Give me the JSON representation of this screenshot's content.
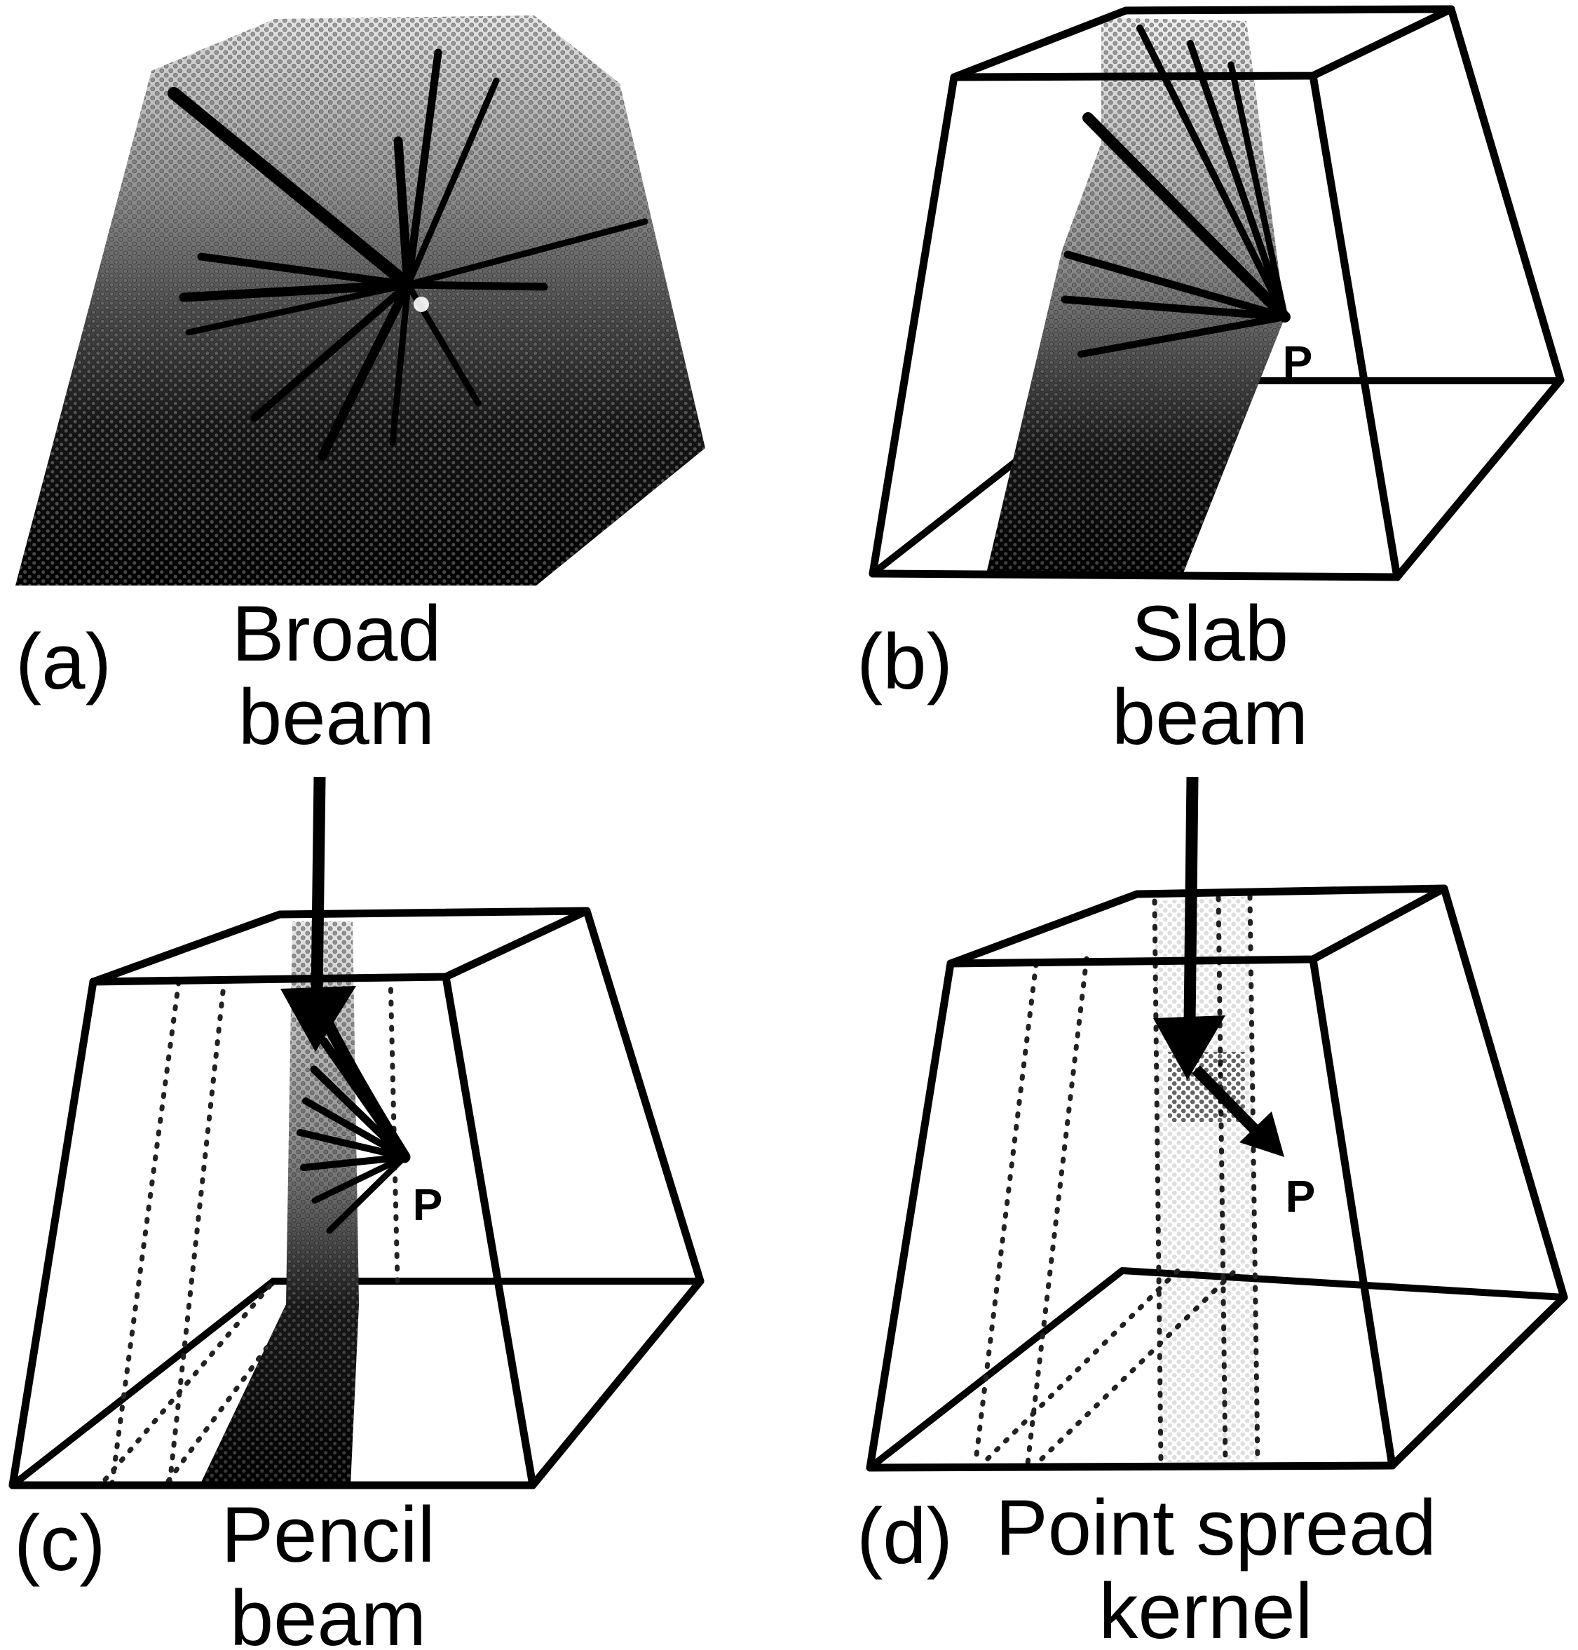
{
  "figure": {
    "background_color": "#ffffff",
    "ink_color": "#000000",
    "panels": [
      {
        "id": "a",
        "label": "(a)",
        "caption": [
          "Broad",
          "beam"
        ],
        "type": "broad-beam-halftone-volume"
      },
      {
        "id": "b",
        "label": "(b)",
        "caption": [
          "Slab",
          "beam"
        ],
        "type": "slab-beam-in-wireframe-frustum",
        "point_label": "P"
      },
      {
        "id": "c",
        "label": "(c)",
        "caption": [
          "Pencil",
          "beam"
        ],
        "type": "pencil-beam-in-wireframe-frustum",
        "point_label": "P"
      },
      {
        "id": "d",
        "label": "(d)",
        "caption": [
          "Point spread",
          "kernel"
        ],
        "type": "point-spread-kernel-in-wireframe-frustum",
        "point_label": "P"
      }
    ]
  }
}
